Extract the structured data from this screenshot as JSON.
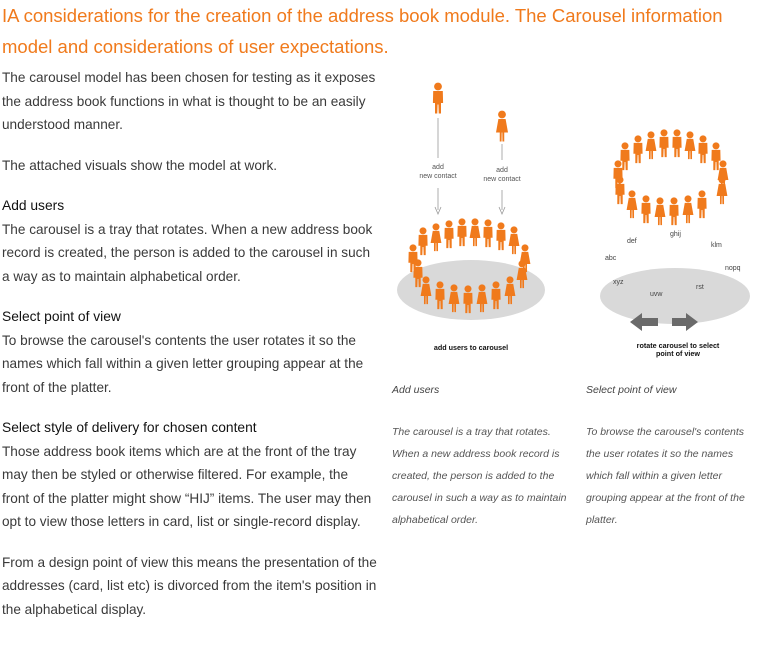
{
  "title": "IA considerations for the creation of the address book module. The Carousel information model and considerations of user expectations.",
  "intro": {
    "p1": "The carousel model has been chosen for testing as it exposes the address book functions in what is thought to be an easily understood manner.",
    "p2": "The attached visuals show the model at work."
  },
  "sections": [
    {
      "heading": "Add users",
      "body": "The carousel is a tray that rotates. When a new address book record is created, the person is added to the carousel in such a way as to maintain alphabetical order."
    },
    {
      "heading": "Select point of view",
      "body": "To browse the carousel's contents the user rotates it so the names which fall within a given letter grouping appear at the front of the platter."
    },
    {
      "heading": "Select style of delivery for chosen content",
      "body": "Those address book items which are at the front of the tray may then be styled or otherwise filtered. For example, the front of the platter might show “HIJ” items. The user may then opt to view those letters in card, list or single-record display."
    }
  ],
  "closing": "From a design point of view this means the presentation of the addresses (card, list etc) is divorced from the item's position in the alphabetical display.",
  "diagram": {
    "arrow_label_1": "add\nnew contact",
    "arrow_label_2": "add\nnew contact",
    "caption_left": "add users to carousel",
    "caption_right": "rotate carousel to select point of view",
    "letter_groups": [
      "ghij",
      "def",
      "klm",
      "abc",
      "nopq",
      "xyz",
      "rst",
      "uvw"
    ],
    "accent_color": "#f07a1c",
    "platter_color": "#d9d9d9",
    "arrow_color": "#6a6a6a"
  },
  "captions": {
    "left_title": "Add users",
    "right_title": "Select point of view",
    "left_body": "The carousel is a tray that rotates. When a new address book record is created, the person is added to the carousel in such a way as to maintain alphabetical order.",
    "right_body": "To browse the carousel's contents the user rotates it so the names which fall within a given letter grouping appear at the front of the platter."
  }
}
